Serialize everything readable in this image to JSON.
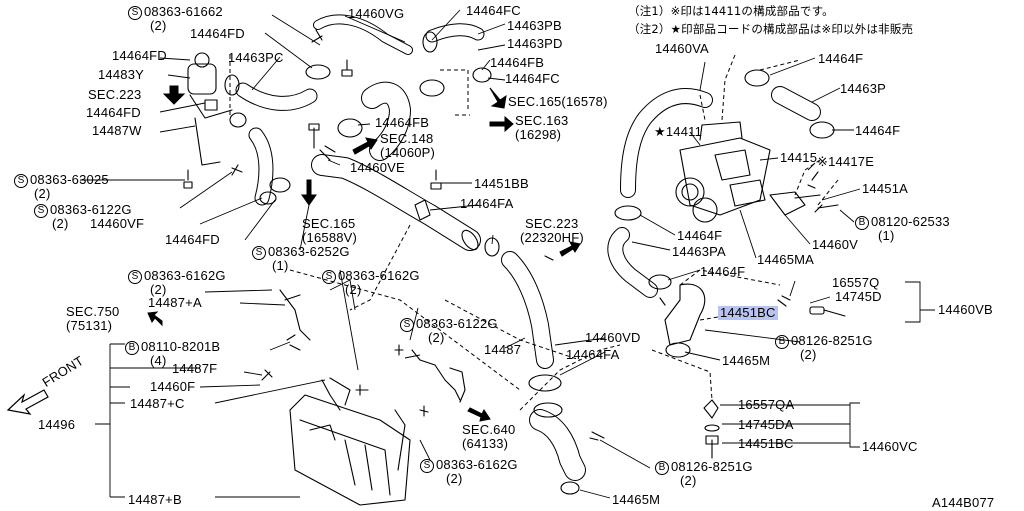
{
  "notes": {
    "note1": "（注1）※印は14411の構成部品です。",
    "note2": "（注2）★印部品コードの構成部品は※印以外は非販売"
  },
  "labels": {
    "p08363_61662": "08363-61662",
    "p08363_61662_qty": "(2)",
    "p14460VG": "14460VG",
    "p14464FC_top": "14464FC",
    "p14463PB": "14463PB",
    "p14463PD": "14463PD",
    "p14464FD_a": "14464FD",
    "p14464FD_b": "14464FD",
    "p14483Y": "14483Y",
    "sec223_top": "SEC.223",
    "p14464FD_c": "14464FD",
    "p14487W": "14487W",
    "p14463PC": "14463PC",
    "p14464FB_top": "14464FB",
    "p14464FC_mid": "14464FC",
    "sec165_top": "SEC.165(16578)",
    "sec163": "SEC.163",
    "sec163_code": "(16298)",
    "p14464FB_mid": "14464FB",
    "sec148": "SEC.148",
    "sec148_code": "(14060P)",
    "p14460VE": "14460VE",
    "p08363_63025": "08363-63025",
    "p08363_63025_qty": "(2)",
    "p08363_6122G_a": "08363-6122G",
    "p08363_6122G_a_qty": "(2)",
    "p14460VF": "14460VF",
    "p14464FD_d": "14464FD",
    "p14451BB": "14451BB",
    "p14464FA_top": "14464FA",
    "sec165_mid": "SEC.165",
    "sec165_mid_code": "(16588V)",
    "p08363_6252G": "08363-6252G",
    "p08363_6252G_qty": "(1)",
    "sec223_mid": "SEC.223",
    "sec223_mid_code": "(22320HF)",
    "p14460VA": "14460VA",
    "p14464F_a": "14464F",
    "p14463P": "14463P",
    "p14464F_b": "14464F",
    "p14411": "★14411",
    "p14415": "14415",
    "p14417E": "※14417E",
    "p14451A": "14451A",
    "p08120_62533": "08120-62533",
    "p08120_62533_qty": "(1)",
    "p14460V": "14460V",
    "p14465MA": "14465MA",
    "p14464F_c": "14464F",
    "p14463PA": "14463PA",
    "p14464F_d": "14464F",
    "p16557Q": "16557Q",
    "p14745D": "14745D",
    "p14451BC_hl": "14451BC",
    "p14460VB": "14460VB",
    "p08126_8251G_a": "08126-8251G",
    "p08126_8251G_a_qty": "(2)",
    "p14465M_a": "14465M",
    "p08363_6162G_a": "08363-6162G",
    "p08363_6162G_a_qty": "(2)",
    "p08363_6162G_b": "08363-6162G",
    "p08363_6162G_b_qty": "(2)",
    "p14487A": "14487+A",
    "sec750": "SEC.750",
    "sec750_code": "(75131)",
    "p08363_6122G_b": "08363-6122G",
    "p08363_6122G_b_qty": "(2)",
    "p14460VD": "14460VD",
    "p08110_8201B": "08110-8201B",
    "p08110_8201B_qty": "(4)",
    "p14487": "14487",
    "p14464FA_mid": "14464FA",
    "p14487F": "14487F",
    "p14460F": "14460F",
    "front": "FRONT",
    "p14487C": "14487+C",
    "p14496": "14496",
    "sec640": "SEC.640",
    "sec640_code": "(64133)",
    "p16557QA": "16557QA",
    "p14745DA": "14745DA",
    "p14451BC": "14451BC",
    "p14460VC": "14460VC",
    "p08363_6162G_c": "08363-6162G",
    "p08363_6162G_c_qty": "(2)",
    "p08126_8251G_b": "08126-8251G",
    "p08126_8251G_b_qty": "(2)",
    "p14465M_b": "14465M",
    "p14487B": "14487+B",
    "figure_code": "A144B077"
  },
  "symbols": {
    "s": "S",
    "b": "B"
  },
  "colors": {
    "line": "#000000",
    "highlight": "#b9c3f2",
    "background": "#ffffff"
  }
}
